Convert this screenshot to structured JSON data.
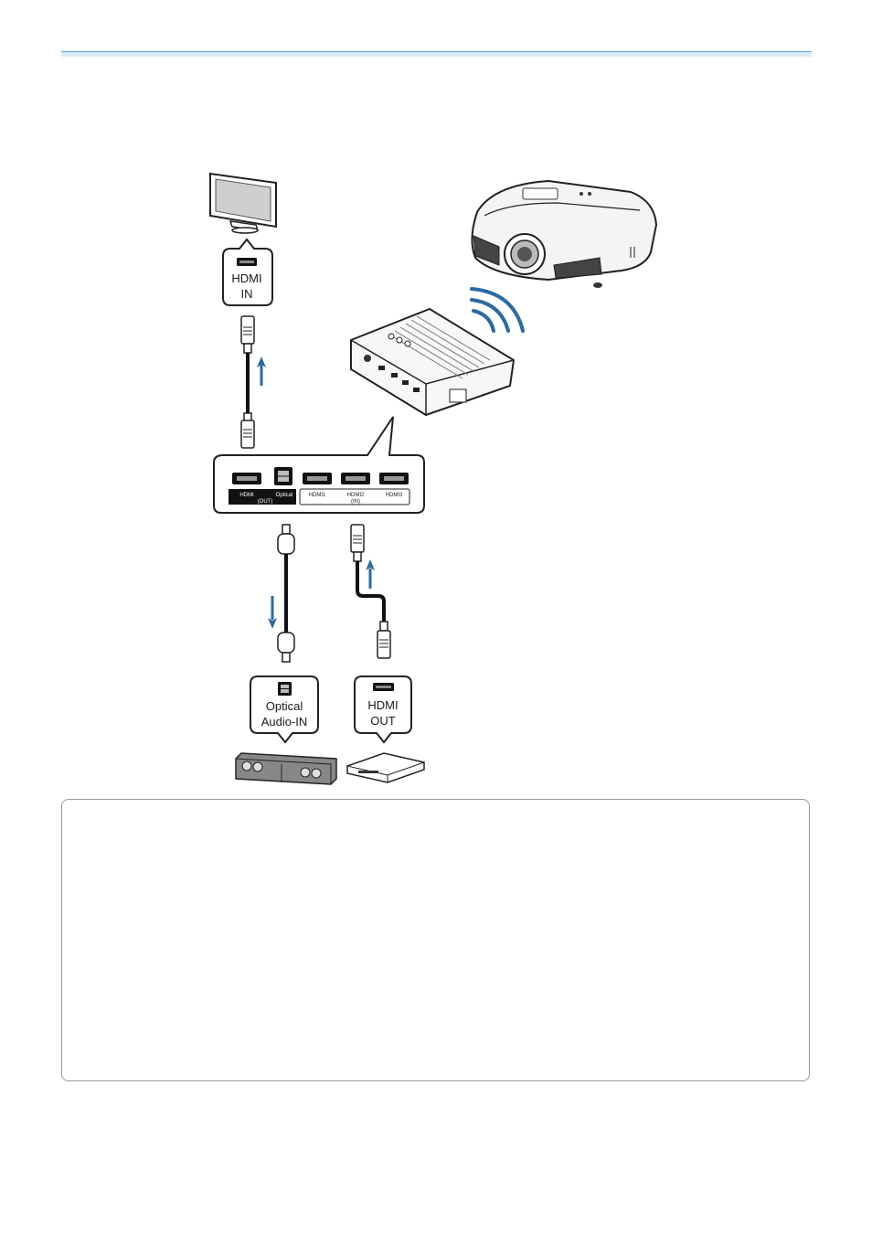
{
  "tv_port": {
    "label_line1": "HDMI",
    "label_line2": "IN"
  },
  "hub_ports": {
    "out_hdmi": "HDMI",
    "out_optical": "Optical",
    "out_group": "(OUT)",
    "in_hdmi1": "HDMI1",
    "in_hdmi2": "HDMI2",
    "in_group": "(IN)",
    "in_hdmi3": "HDMI3"
  },
  "soundbar_port": {
    "label_line1": "Optical",
    "label_line2": "Audio-IN"
  },
  "player_port": {
    "label_line1": "HDMI",
    "label_line2": "OUT"
  },
  "colors": {
    "accent_blue": "#2b6aa3",
    "rule_blue": "#5aa6d8",
    "black_bar": "#111111"
  }
}
